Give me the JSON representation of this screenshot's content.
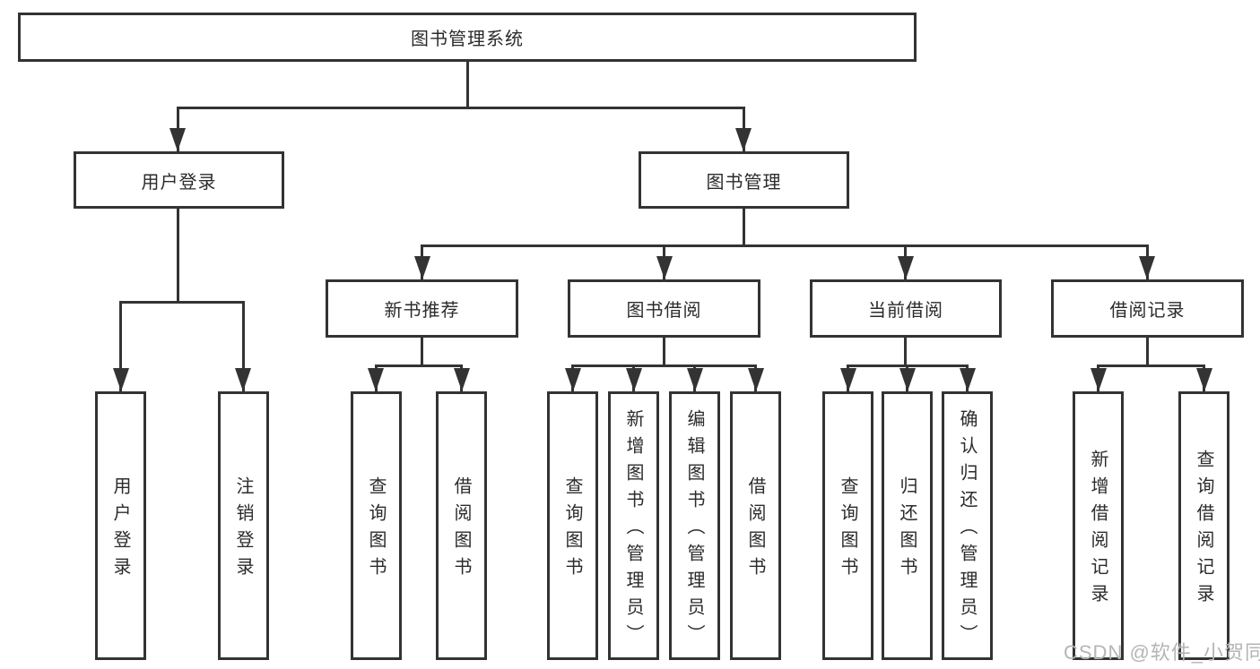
{
  "theme": {
    "background": "#ffffff",
    "line_color": "#333333",
    "box_fill": "#ffffff",
    "text_color": "#2b2b2b",
    "watermark_color": "#b5b5b5"
  },
  "tree": {
    "label": "图书管理系统",
    "children": [
      {
        "label": "用户登录",
        "children": [
          {
            "label": "用户登录"
          },
          {
            "label": "注销登录"
          }
        ]
      },
      {
        "label": "图书管理",
        "children": [
          {
            "label": "新书推荐",
            "children": [
              {
                "label": "查询图书"
              },
              {
                "label": "借阅图书"
              }
            ]
          },
          {
            "label": "图书借阅",
            "children": [
              {
                "label": "查询图书"
              },
              {
                "label": "新增图书（管理员）"
              },
              {
                "label": "编辑图书（管理员）"
              },
              {
                "label": "借阅图书"
              }
            ]
          },
          {
            "label": "当前借阅",
            "children": [
              {
                "label": "查询图书"
              },
              {
                "label": "归还图书"
              },
              {
                "label": "确认归还（管理员）"
              }
            ]
          },
          {
            "label": "借阅记录",
            "children": [
              {
                "label": "新增借阅记录"
              },
              {
                "label": "查询借阅记录"
              }
            ]
          }
        ]
      }
    ]
  },
  "watermark": {
    "text": "CSDN @软件_小贺同学"
  }
}
